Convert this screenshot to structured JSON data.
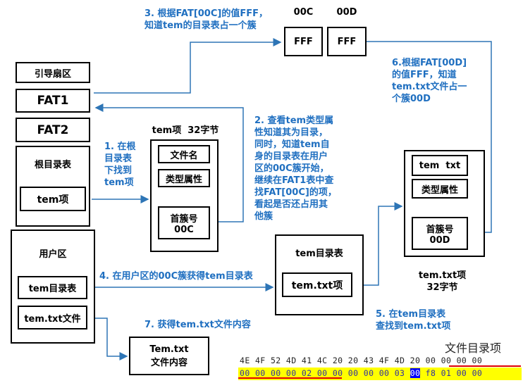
{
  "left": {
    "boot": "引导扇区",
    "fat1": "FAT1",
    "fat2": "FAT2",
    "root": "根目录表",
    "root_item": "tem项",
    "user": "用户区",
    "user_dir": "tem目录表",
    "user_file": "tem.txt文件"
  },
  "tem_entry": {
    "title": "tem项  32字节",
    "name": "文件名",
    "type": "类型属性",
    "cluster_label": "首簇号",
    "cluster": "00C"
  },
  "fat": {
    "col1": "00C",
    "col2": "00D",
    "val1": "FFF",
    "val2": "FFF"
  },
  "tem_dir": {
    "title": "tem目录表",
    "item": "tem.txt项"
  },
  "txt_entry": {
    "name": "tem  txt",
    "type": "类型属性",
    "cluster_label": "首簇号",
    "cluster": "00D",
    "caption1": "tem.txt项",
    "caption2": "32字节"
  },
  "file_content": {
    "line1": "Tem.txt",
    "line2": "文件内容"
  },
  "steps": {
    "s1": [
      "1. 在根",
      "目录表",
      "下找到",
      "tem项"
    ],
    "s2": [
      "2. 查看tem类型属",
      "性知道其为目录，",
      "同时，知道tem自",
      "身的目录表在用户",
      "区的00C簇开始，",
      "继续在FAT1表中查",
      "找FAT[00C]的项，",
      "看起是否还占用其",
      "他簇"
    ],
    "s3": [
      "3. 根据FAT[00C]的值FFF，",
      "知道tem的目录表占一个簇"
    ],
    "s4": "4. 在用户区的00C簇获得tem目录表",
    "s5": [
      "5. 在tem目录表",
      "查找到tem.txt项"
    ],
    "s6": [
      "6.根据FAT[00D]",
      "的值FFF，知道",
      "tem.txt文件占一",
      "个簇00D"
    ],
    "s7": "7. 获得tem.txt文件内容"
  },
  "hex": {
    "title": "文件目录项",
    "row1": "4E 4F 52 4D 41 4C 20 20 43 4F 4D 20 00 00 00 00",
    "row2a": "00 00 00 00 02 00 00 00 00 00 03 ",
    "row2sel": "00",
    "row2b": " f8 01 00 00"
  },
  "colors": {
    "accent": "#1f6fc0",
    "highlight": "#ffff00",
    "underline": "#e00000",
    "selection": "#0000ff"
  }
}
